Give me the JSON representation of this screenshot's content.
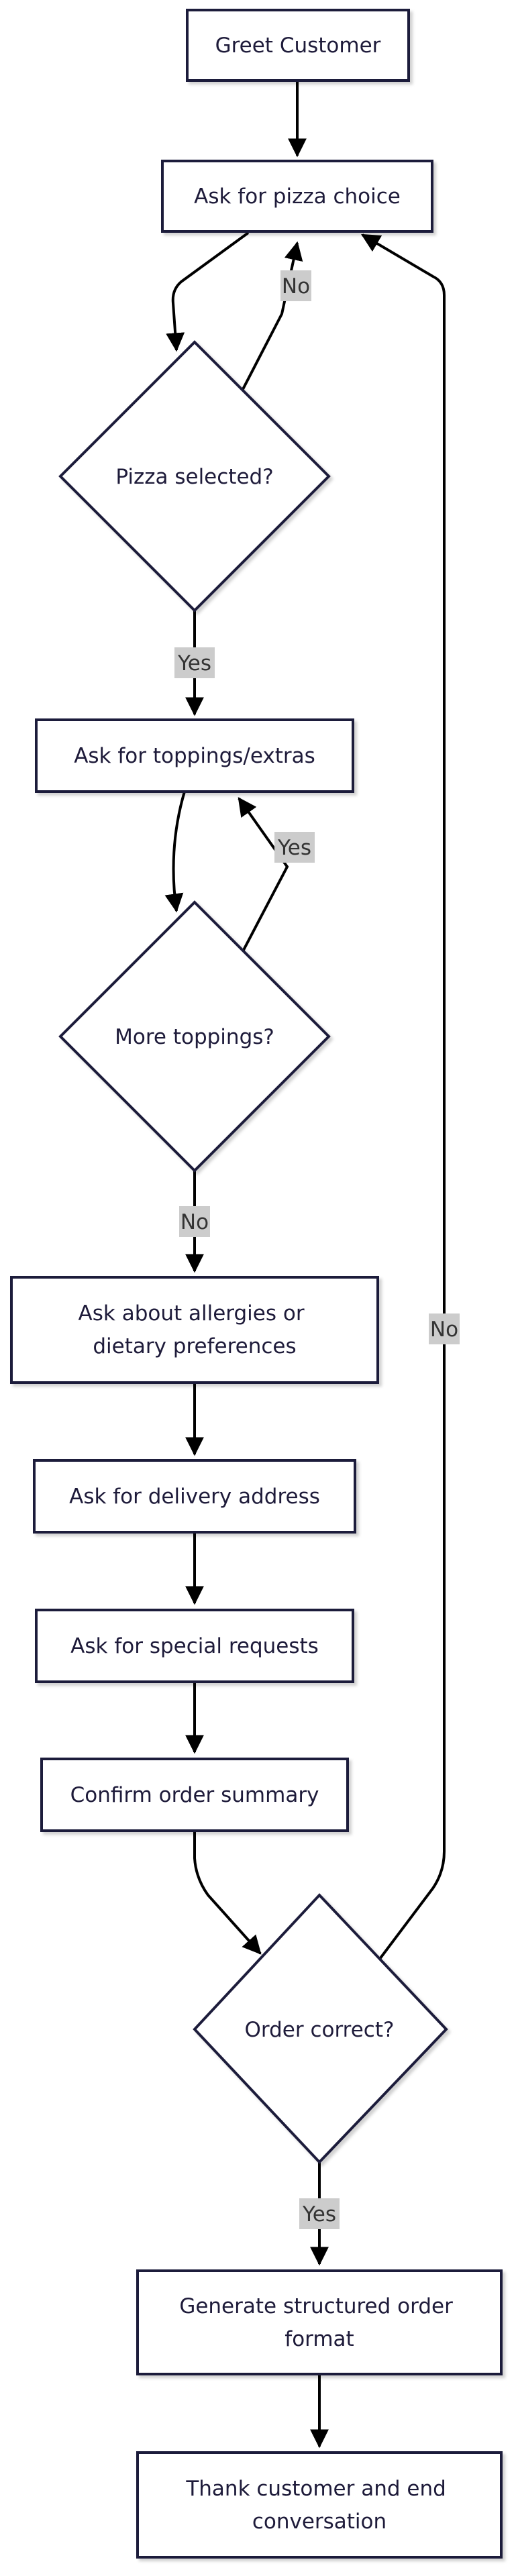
{
  "nodes": {
    "greet": {
      "lines": [
        "Greet Customer"
      ]
    },
    "ask_pizza": {
      "lines": [
        "Ask for pizza choice"
      ]
    },
    "pizza_selected": {
      "lines": [
        "Pizza selected?"
      ]
    },
    "ask_toppings": {
      "lines": [
        "Ask for toppings/extras"
      ]
    },
    "more_toppings": {
      "lines": [
        "More toppings?"
      ]
    },
    "ask_allergies": {
      "lines": [
        "Ask about allergies or",
        "dietary preferences"
      ]
    },
    "ask_address": {
      "lines": [
        "Ask for delivery address"
      ]
    },
    "ask_requests": {
      "lines": [
        "Ask for special requests"
      ]
    },
    "confirm_summary": {
      "lines": [
        "Confirm order summary"
      ]
    },
    "order_correct": {
      "lines": [
        "Order correct?"
      ]
    },
    "generate_order": {
      "lines": [
        "Generate structured order",
        "format"
      ]
    },
    "thank_customer": {
      "lines": [
        "Thank customer and end",
        "conversation"
      ]
    }
  },
  "edges": {
    "pizza_no": "No",
    "pizza_yes": "Yes",
    "toppings_yes": "Yes",
    "toppings_no": "No",
    "order_no": "No",
    "order_yes": "Yes"
  },
  "colors": {
    "node_stroke": "#1e1b3a",
    "node_fill": "#ffffff",
    "edge": "#000000",
    "label_bg": "#cccccc"
  }
}
